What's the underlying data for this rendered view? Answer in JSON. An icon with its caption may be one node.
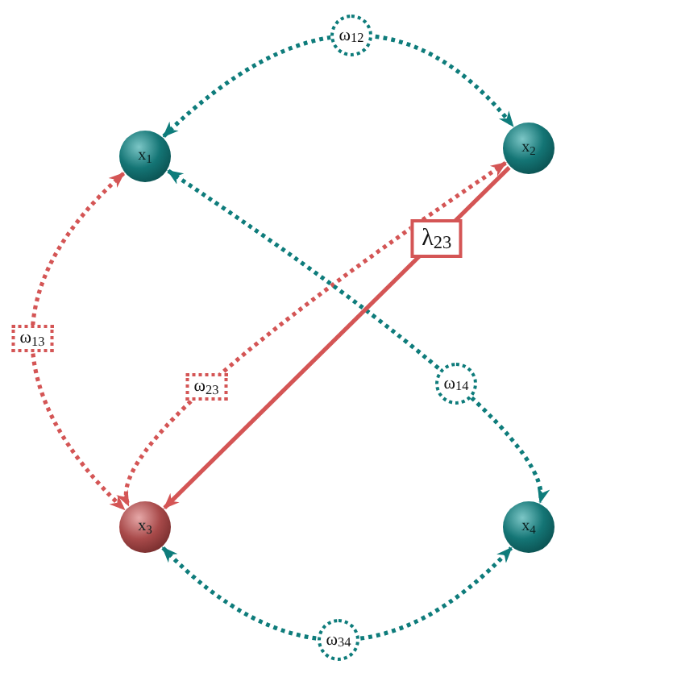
{
  "diagram": {
    "nodes": [
      {
        "text": [
          "x$_{1}$"
        ]
      },
      {
        "text": [
          "x$_{2}$"
        ]
      },
      {
        "text": [
          "x$_{3}$"
        ]
      },
      {
        "text": [
          "x$_{4}$"
        ]
      }
    ],
    "edges": [
      {
        "from": 0,
        "to": 1,
        "arrow": "both",
        "label": "ω$_{12}$",
        "style": "dashed",
        "color": "#0e7c7b"
      },
      {
        "from": 0,
        "to": 2,
        "arrow": "both",
        "label": "ω$_{13}$",
        "style": "dashed",
        "color": "#d45555"
      },
      {
        "from": 1,
        "to": 2,
        "arrow": "both",
        "label": "ω$_{23}$",
        "style": "dashed",
        "color": "#d45555"
      },
      {
        "from": 0,
        "to": 3,
        "arrow": "both",
        "label": "ω$_{14}$",
        "style": "dashed",
        "color": "#0e7c7b"
      },
      {
        "from": 2,
        "to": 3,
        "arrow": "both",
        "label": "ω$_{34}$",
        "style": "dashed",
        "color": "#0e7c7b"
      },
      {
        "from": 1,
        "to": 2,
        "arrow": "to",
        "label": "λ$_{23}$",
        "color": "#d45555"
      }
    ]
  }
}
